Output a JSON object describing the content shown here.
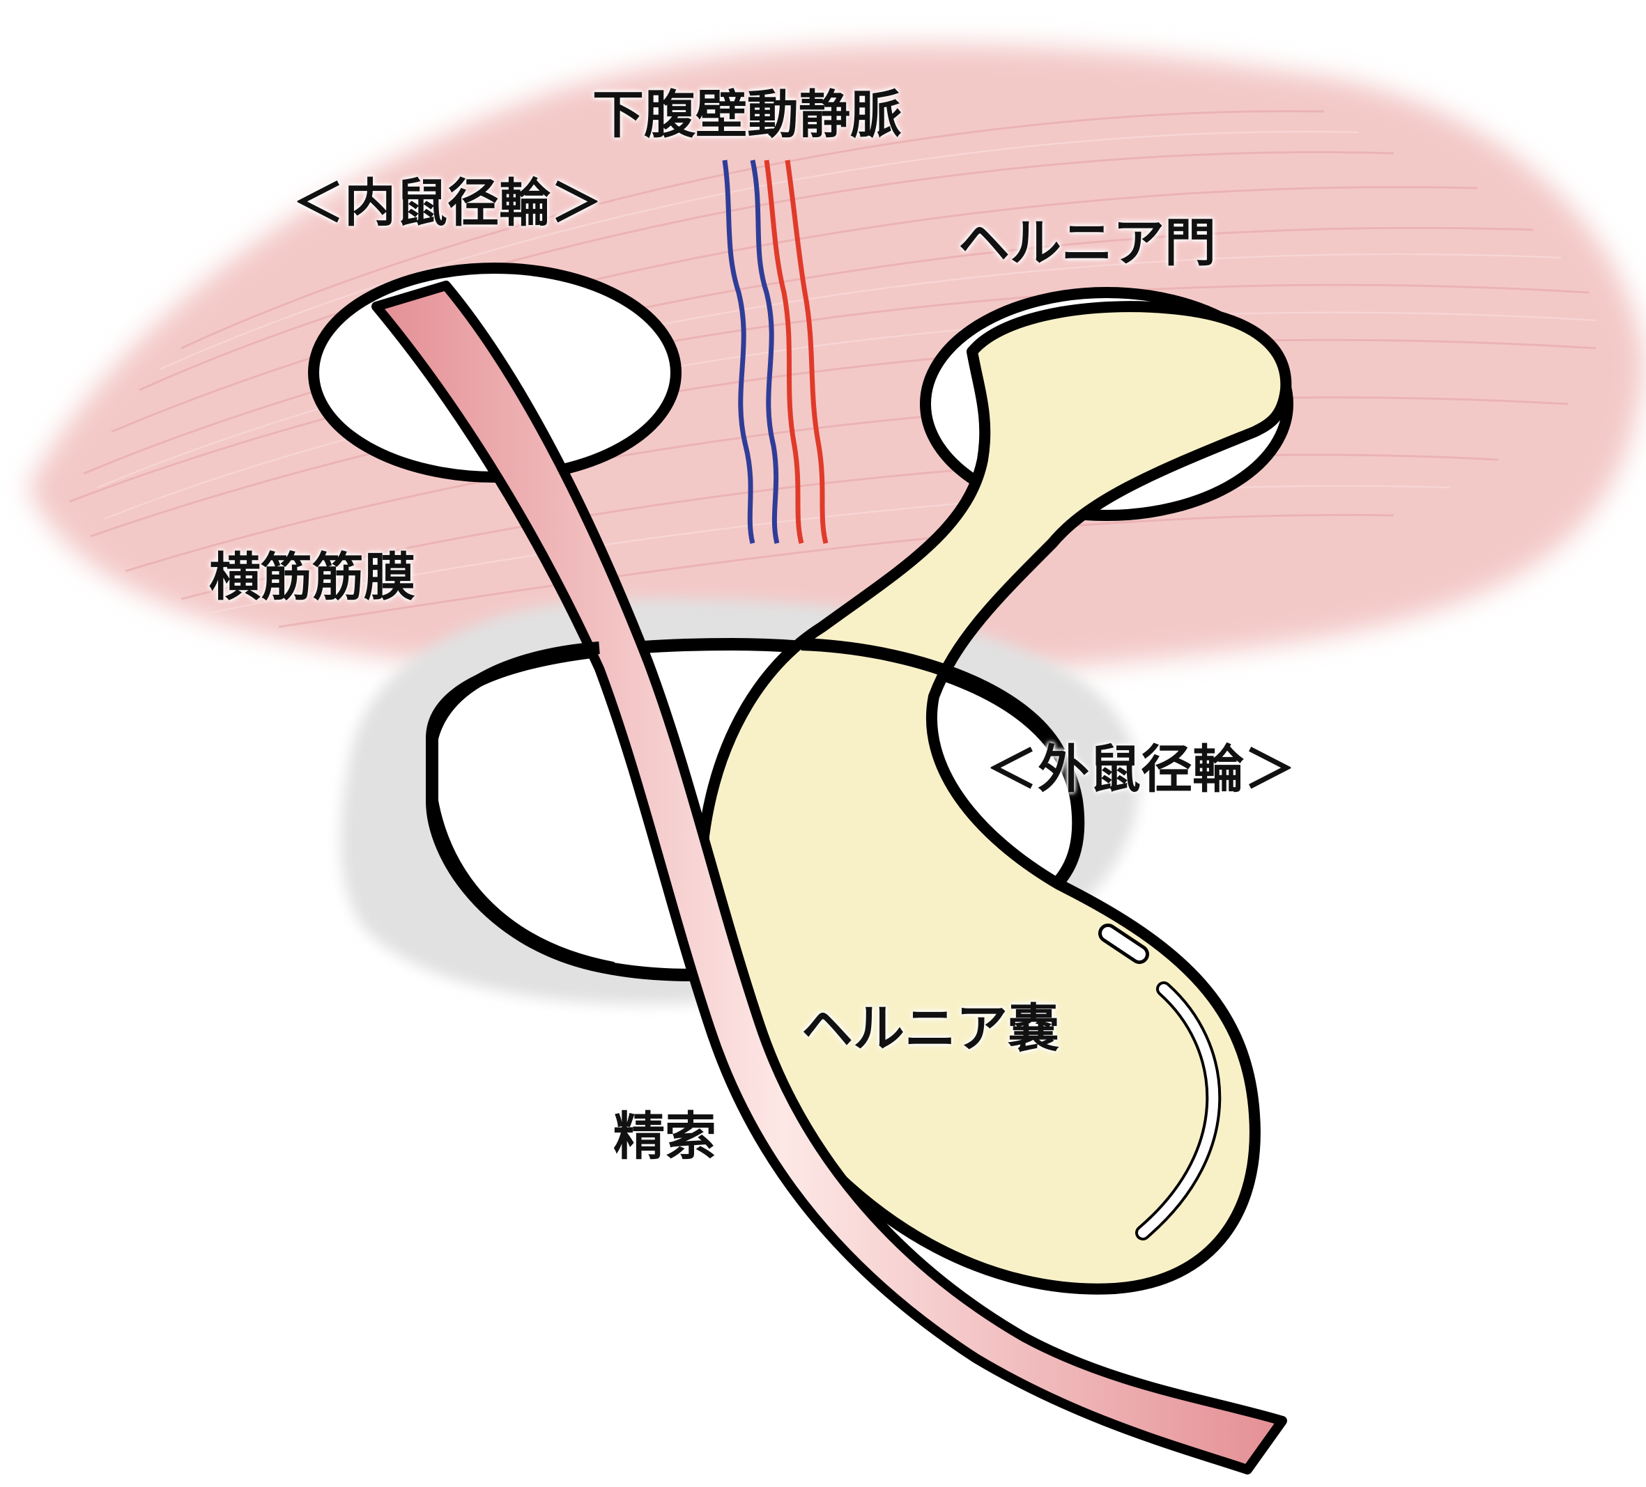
{
  "labels": {
    "inferior_epigastric_vessels": "下腹壁動静脈",
    "internal_inguinal_ring": "＜内鼠径輪＞",
    "hernia_defect": "ヘルニア門",
    "transversalis_fascia": "横筋筋膜",
    "external_inguinal_ring": "＜外鼠径輪＞",
    "hernia_sac": "ヘルニア嚢",
    "spermatic_cord": "精索"
  },
  "colors": {
    "muscle_fascia": "#f3c9c8",
    "muscle_streak": "#e9a9aa",
    "spermatic_cord": "#f2b8b8",
    "hernia_sac": "#f8f1c8",
    "external_ring_shadow": "#e3e3e3",
    "outline": "#000000",
    "vein": "#2f3d97",
    "artery": "#e03a2a"
  }
}
